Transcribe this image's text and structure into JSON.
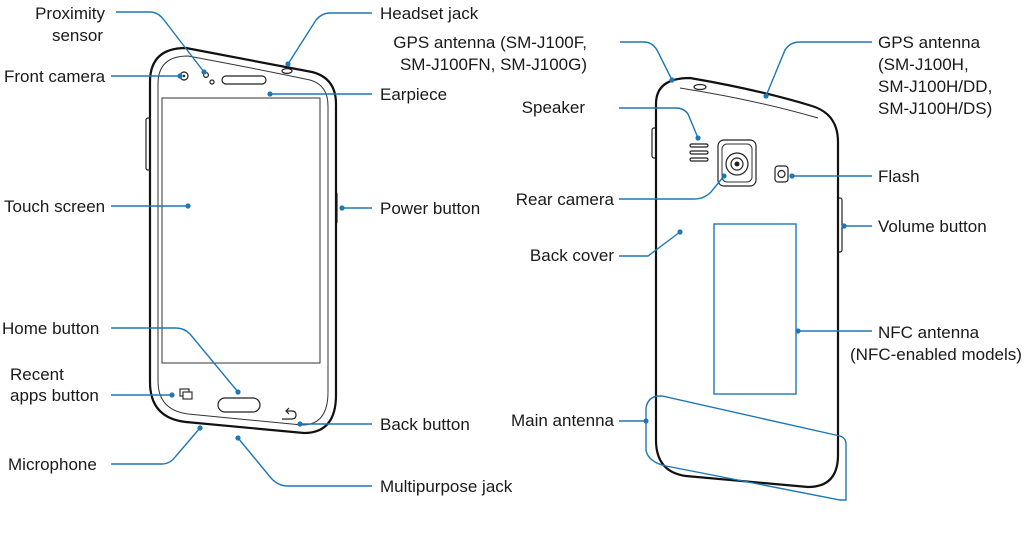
{
  "front_labels": {
    "proximity_sensor": [
      "Proximity",
      "sensor"
    ],
    "front_camera": "Front camera",
    "touch_screen": "Touch screen",
    "home_button": "Home button",
    "recent_apps_button": [
      "Recent",
      "apps button"
    ],
    "microphone": "Microphone",
    "headset_jack": "Headset jack",
    "earpiece": "Earpiece",
    "power_button": "Power button",
    "back_button": "Back button",
    "multipurpose_jack": "Multipurpose jack"
  },
  "back_labels": {
    "gps_antenna_left": [
      "GPS antenna (SM-J100F,",
      "SM-J100FN, SM-J100G)"
    ],
    "speaker": "Speaker",
    "rear_camera": "Rear camera",
    "back_cover": "Back cover",
    "main_antenna": "Main antenna",
    "gps_antenna_right": [
      "GPS antenna",
      "(SM-J100H,",
      "SM-J100H/DD,",
      "SM-J100H/DS)"
    ],
    "flash": "Flash",
    "volume_button": "Volume button",
    "nfc_antenna": [
      "NFC antenna",
      "(NFC-enabled models)"
    ]
  },
  "colors": {
    "leader": "#1f77b4",
    "outline": "#111111"
  }
}
